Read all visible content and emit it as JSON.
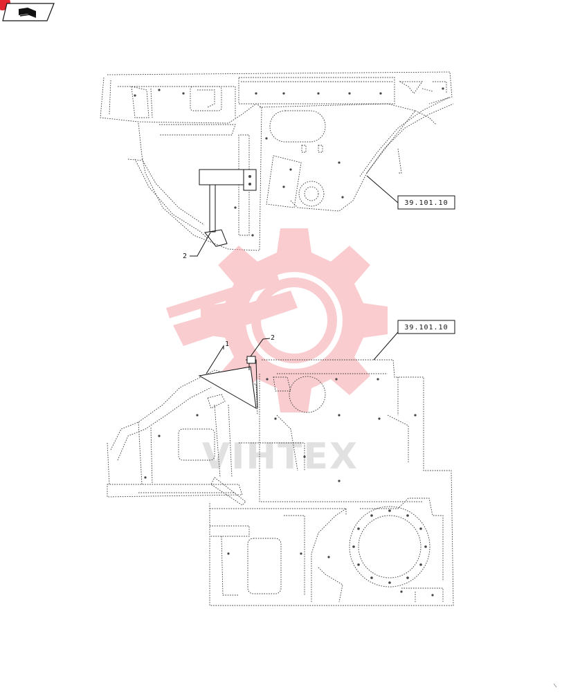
{
  "document": {
    "header_icon": "book-hand-icon",
    "corner_icon": "red-corner-mark-icon"
  },
  "views": [
    {
      "name": "upper-view",
      "callouts": [
        {
          "id": "2"
        }
      ],
      "reference": "39.101.10"
    },
    {
      "name": "lower-view",
      "callouts": [
        {
          "id": "1"
        },
        {
          "id": "2"
        }
      ],
      "reference": "39.101.10"
    }
  ],
  "watermark": {
    "text": "VIHTEX",
    "color": "#f5a3a8"
  },
  "colors": {
    "line": "#333333",
    "accent": "#e2252e"
  }
}
